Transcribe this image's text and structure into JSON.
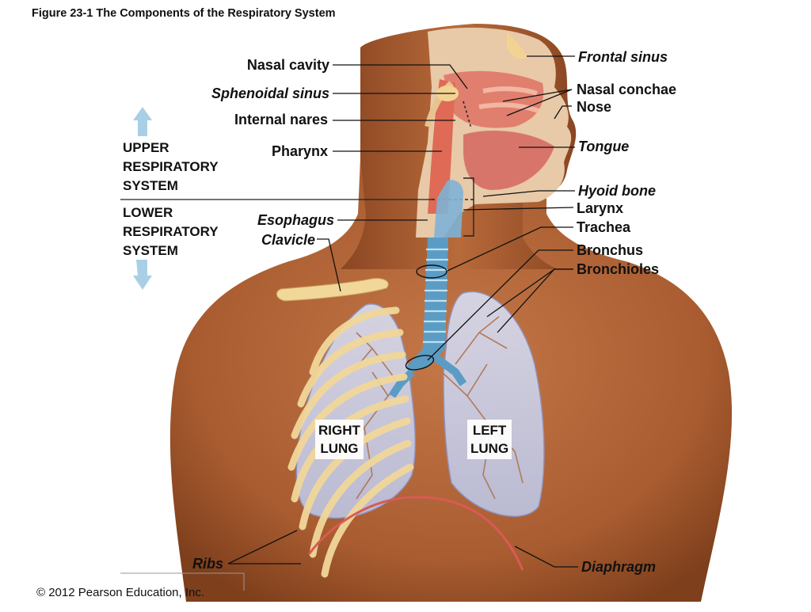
{
  "figure_title": "Figure 23-1  The Components of the Respiratory System",
  "labels": {
    "nasal_cavity": "Nasal cavity",
    "sphenoidal_sinus": "Sphenoidal sinus",
    "internal_nares": "Internal nares",
    "pharynx": "Pharynx",
    "esophagus": "Esophagus",
    "clavicle": "Clavicle",
    "frontal_sinus": "Frontal sinus",
    "nasal_conchae": "Nasal conchae",
    "nose": "Nose",
    "tongue": "Tongue",
    "hyoid_bone": "Hyoid bone",
    "larynx": "Larynx",
    "trachea": "Trachea",
    "bronchus": "Bronchus",
    "bronchioles": "Bronchioles",
    "ribs": "Ribs",
    "diaphragm": "Diaphragm"
  },
  "systems": {
    "upper": [
      "UPPER",
      "RESPIRATORY",
      "SYSTEM"
    ],
    "lower": [
      "LOWER",
      "RESPIRATORY",
      "SYSTEM"
    ]
  },
  "lungs": {
    "right": [
      "RIGHT",
      "LUNG"
    ],
    "left": [
      "LEFT",
      "LUNG"
    ]
  },
  "copyright": "© 2012 Pearson Education, Inc.",
  "colors": {
    "skin": "#b0653a",
    "skin_dark": "#7a3b1c",
    "arrow": "#a9cfe6",
    "trachea": "#5b9cc4",
    "lung_fill": "#c9cde6",
    "bone": "#f1d79a",
    "muscle": "#d9574a",
    "bronchi_tree": "#b07a5a"
  }
}
